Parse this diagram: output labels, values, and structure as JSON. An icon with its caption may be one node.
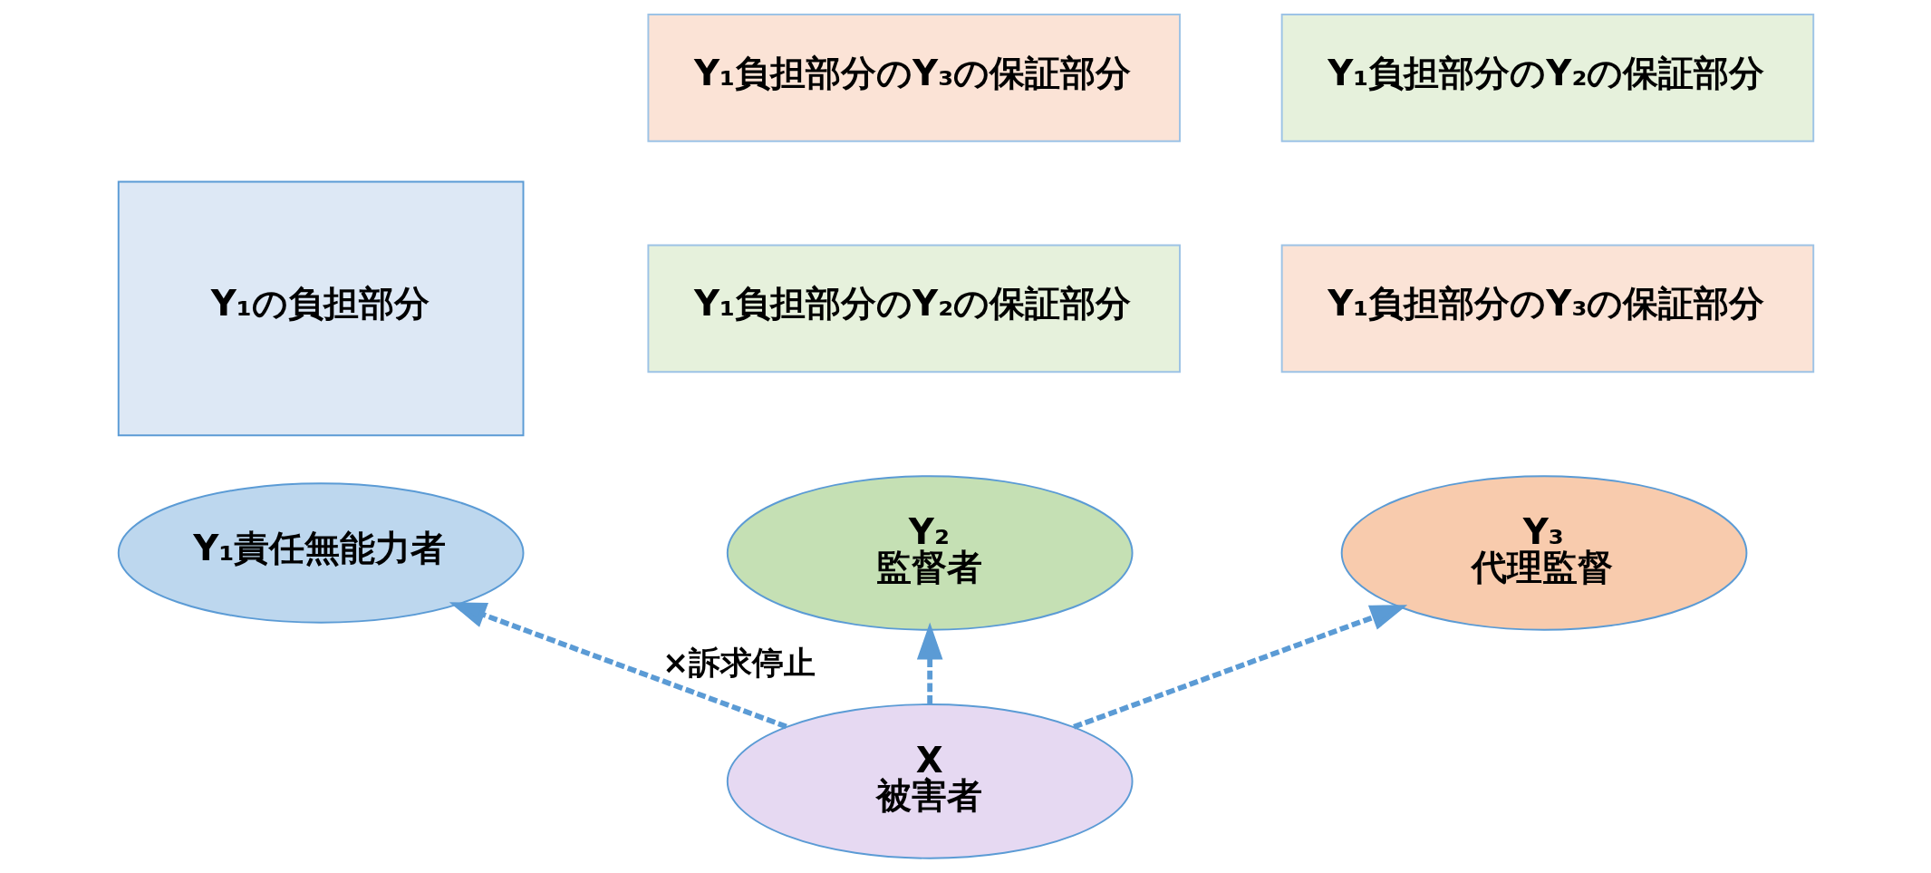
{
  "diagram": {
    "nodes": [
      {
        "text": [
          "Y₁の負担部分"
        ]
      },
      {
        "text": [
          "Y₁負担部分のY₃の保証部分"
        ]
      },
      {
        "text": [
          "Y₁負担部分のY₂の保証部分"
        ]
      },
      {
        "text": [
          "Y₁負担部分のY₂の保証部分"
        ]
      },
      {
        "text": [
          "Y₁負担部分のY₃の保証部分"
        ]
      },
      {
        "text": [
          "Y₁責任無能力者"
        ]
      },
      {
        "text": [
          "Y₂",
          "監督者"
        ]
      },
      {
        "text": [
          "Y₃",
          "代理監督"
        ]
      },
      {
        "text": [
          "X",
          "被害者"
        ]
      }
    ],
    "edges": [
      {
        "from": 8,
        "to": 5,
        "arrow": "to",
        "style": "dashed",
        "label": "×訴求停止"
      },
      {
        "from": 8,
        "to": 6,
        "arrow": "to",
        "style": "dashed"
      },
      {
        "from": 8,
        "to": 7,
        "arrow": "to",
        "style": "dashed"
      }
    ]
  }
}
